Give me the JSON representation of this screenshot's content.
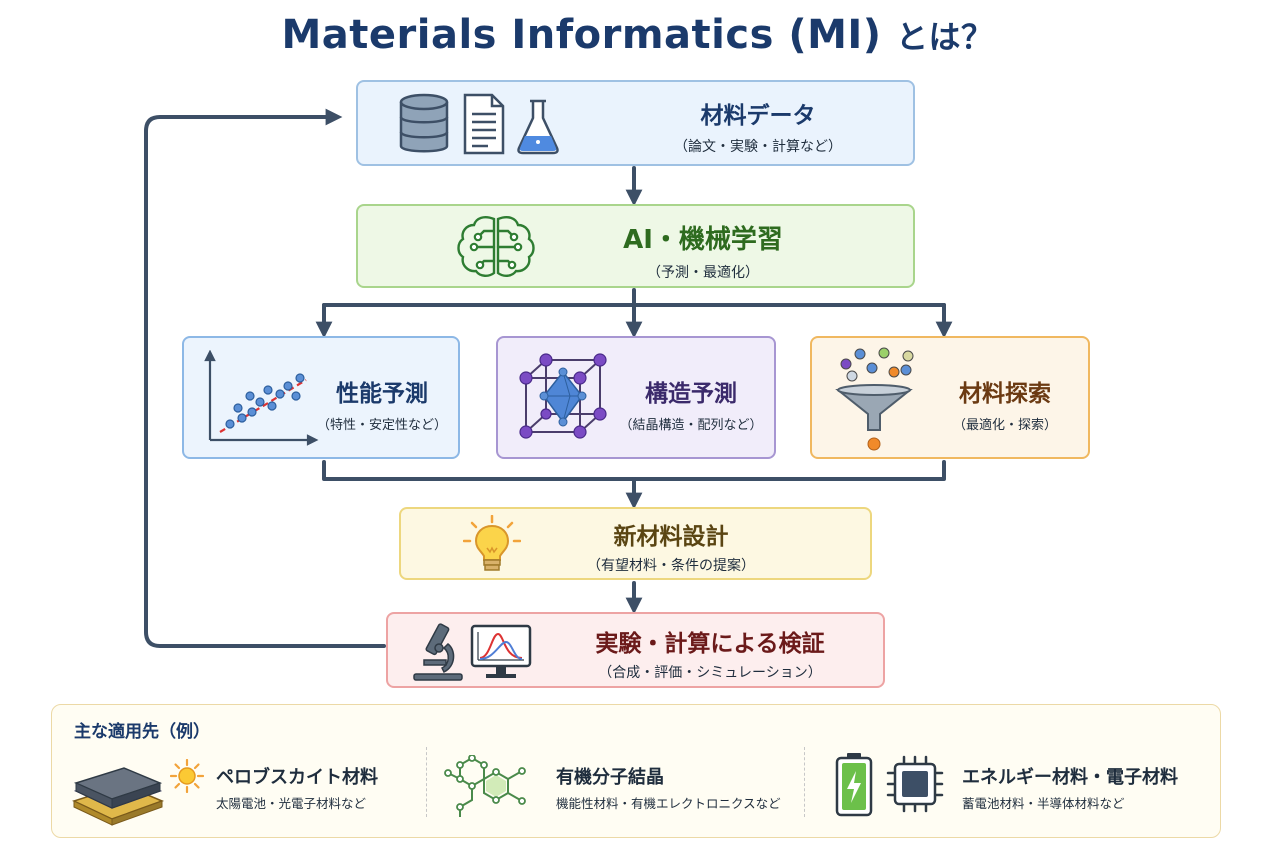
{
  "title": {
    "main": "Materials Informatics (MI) ",
    "suffix": "とは？"
  },
  "flow": {
    "data": {
      "title": "材料データ",
      "subtitle": "（論文・実験・計算など）",
      "icons": [
        "database-icon",
        "document-icon",
        "flask-icon"
      ]
    },
    "ai": {
      "title": "AI・機械学習",
      "subtitle": "（予測・最適化）",
      "icon": "brain-circuit-icon"
    },
    "prediction": {
      "title": "性能予測",
      "subtitle": "（特性・安定性など）",
      "icon": "scatter-plot-icon"
    },
    "structure": {
      "title": "構造予測",
      "subtitle": "（結晶構造・配列など）",
      "icon": "crystal-lattice-icon"
    },
    "search": {
      "title": "材料探索",
      "subtitle": "（最適化・探索）",
      "icon": "funnel-icon"
    },
    "design": {
      "title": "新材料設計",
      "subtitle": "（有望材料・条件の提案）",
      "icon": "lightbulb-icon"
    },
    "verify": {
      "title": "実験・計算による検証",
      "subtitle": "（合成・評価・シミュレーション）",
      "icons": [
        "microscope-icon",
        "monitor-chart-icon"
      ]
    }
  },
  "applications": {
    "title": "主な適用先（例）",
    "items": [
      {
        "title": "ペロブスカイト材料",
        "subtitle": "太陽電池・光電子材料など",
        "icon": "solar-cell-icon"
      },
      {
        "title": "有機分子結晶",
        "subtitle": "機能性材料・有機エレクトロニクスなど",
        "icon": "molecule-icon"
      },
      {
        "title": "エネルギー材料・電子材料",
        "subtitle": "蓄電池材料・半導体材料など",
        "icon": "battery-chip-icon"
      }
    ]
  },
  "colors": {
    "title": "#1b3a6b",
    "arrow": "#3d4f66",
    "data_text": "#1b3a6b",
    "ai_text": "#2e6b1f",
    "prediction_text": "#1b3a6b",
    "structure_text": "#3b2a6b",
    "search_text": "#6b3a12",
    "design_text": "#5a4512",
    "verify_text": "#6b1a1a"
  }
}
